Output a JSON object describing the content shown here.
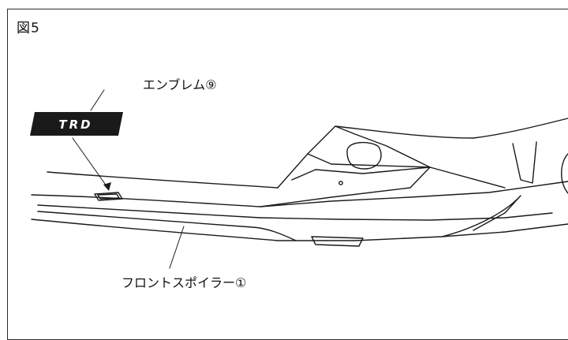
{
  "figure": {
    "label": "図5"
  },
  "callouts": {
    "emblem": "エンブレム⑨",
    "spoiler": "フロントスポイラー①"
  },
  "badge": {
    "text": "TRD"
  },
  "colors": {
    "line": "#1a1a1a",
    "badge_fill": "#1a1a1a",
    "badge_text": "#ffffff"
  }
}
